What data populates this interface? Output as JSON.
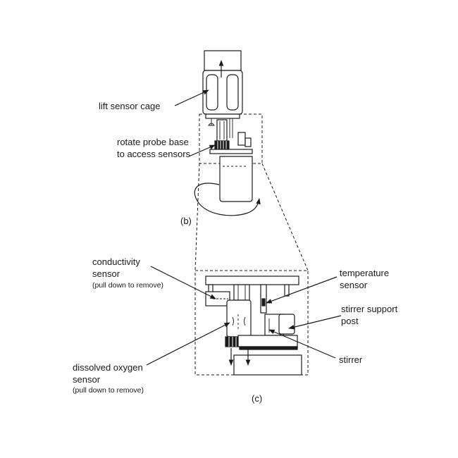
{
  "panel_b": {
    "label": "(b)",
    "callouts": {
      "lift_cage": "lift sensor cage",
      "rotate_line1": "rotate probe base",
      "rotate_line2": "to access sensors"
    }
  },
  "panel_c": {
    "label": "(c)",
    "callouts": {
      "conductivity_line1": "conductivity",
      "conductivity_line2": "sensor",
      "conductivity_note": "(pull down to remove)",
      "temperature_line1": "temperature",
      "temperature_line2": "sensor",
      "stirrer_support_line1": "stirrer support",
      "stirrer_support_line2": "post",
      "stirrer": "stirrer",
      "do_line1": "dissolved oxygen",
      "do_line2": "sensor",
      "do_note": "(pull down to remove)"
    }
  }
}
